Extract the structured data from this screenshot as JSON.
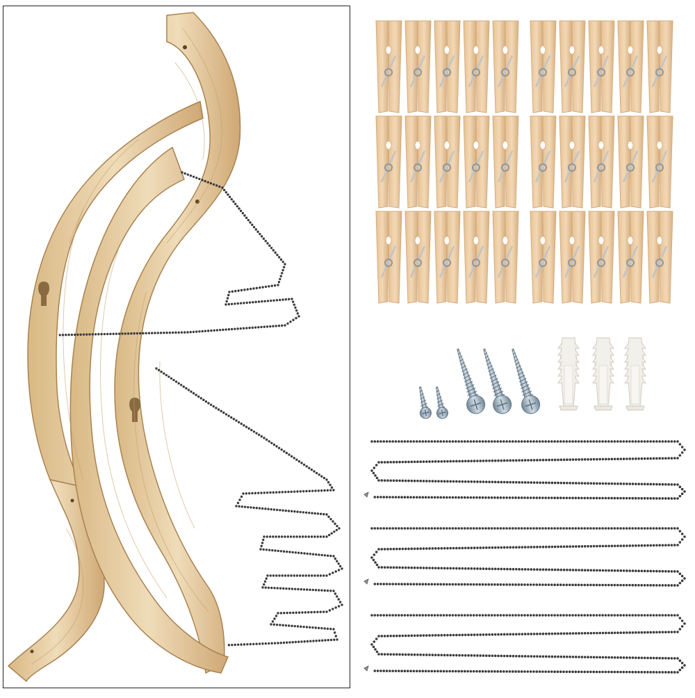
{
  "colors": {
    "background": "#ffffff",
    "frame_border": "#222222",
    "wood_light": "#ecd7b2",
    "wood_mid": "#dcbf8e",
    "wood_dark": "#c49a63",
    "wood_edge": "#a9814f",
    "clip_wood": "#efcfa9",
    "clip_shadow": "#d3ab7d",
    "clip_spring": "#bfc4c8",
    "screw_steel": "#9fb2c2",
    "screw_dark": "#5f7282",
    "anchor_plastic": "#f2f0ea",
    "chain_bead": "#3b3b3b"
  },
  "clips": {
    "rows": 3,
    "cols": 10
  },
  "screws": {
    "small_count": 2,
    "large_count": 3
  },
  "anchors": {
    "count": 3
  },
  "chains": {
    "loose_count": 3
  },
  "icons": [
    "wood-hanger-arm",
    "clothespin-icon",
    "screw-icon",
    "wall-anchor-icon",
    "ball-chain-icon"
  ]
}
